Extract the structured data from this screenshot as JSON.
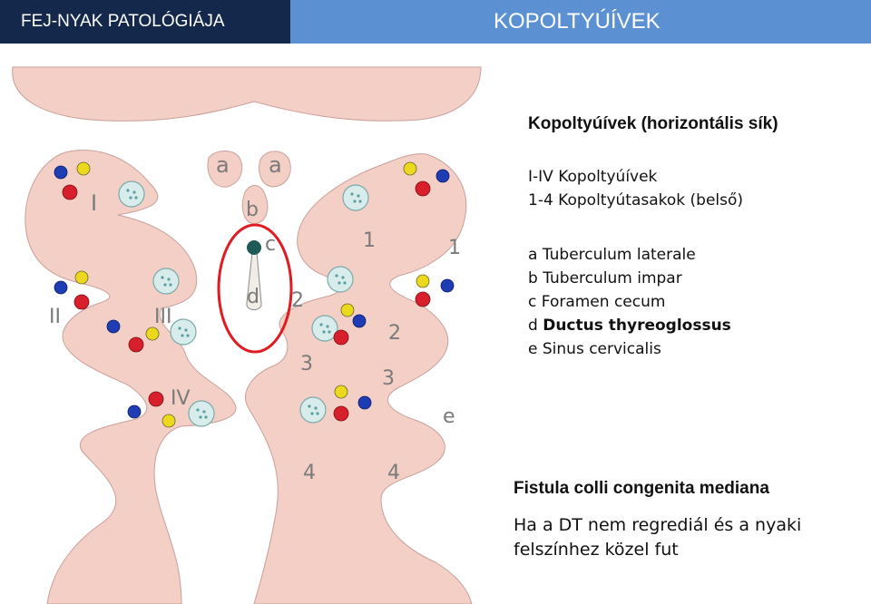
{
  "header": {
    "left_title": "FEJ-NYAK PATOLÓGIÁJA",
    "right_title": "KOPOLTYÚÍVEK"
  },
  "diagram": {
    "labels": {
      "a_left": "a",
      "a_right": "a",
      "b": "b",
      "c": "c",
      "d": "d",
      "e": "e",
      "arch_I": "I",
      "arch_II": "II",
      "arch_III": "III",
      "arch_IV": "IV",
      "pouch_1_left": "1",
      "pouch_1_right": "1",
      "pouch_2_left": "2",
      "pouch_2_right": "2",
      "pouch_3_left": "3",
      "pouch_3_right": "3",
      "pouch_4_left": "4",
      "pouch_4_right": "4"
    },
    "colors": {
      "tissue": "#f3cfc6",
      "tissue_outline": "#bf8f8f",
      "blue_dot": "#1e3cb4",
      "red_dot": "#d7202c",
      "yellow_dot": "#ecd91d",
      "cartilage": "#d8ecec",
      "highlight_circle": "#e01b22",
      "foramen": "#1f5a56"
    }
  },
  "legend": {
    "title": "Kopoltyúívek (horizontális sík)",
    "lines1": [
      "I-IV Kopoltyúívek",
      "1-4 Kopoltyútasakok (belső)"
    ],
    "items": [
      {
        "prefix": "a",
        "text": "Tuberculum laterale"
      },
      {
        "prefix": "b",
        "text": "Tuberculum impar"
      },
      {
        "prefix": "c",
        "text": "Foramen cecum"
      },
      {
        "prefix": "d",
        "text": "Ductus thyreoglossus"
      },
      {
        "prefix": "e",
        "text": "Sinus cervicalis"
      }
    ]
  },
  "fistula": {
    "title": "Fistula colli congenita mediana",
    "desc_line1": "Ha a DT nem regrediál és a nyaki",
    "desc_line2": "felszínhez közel fut"
  }
}
